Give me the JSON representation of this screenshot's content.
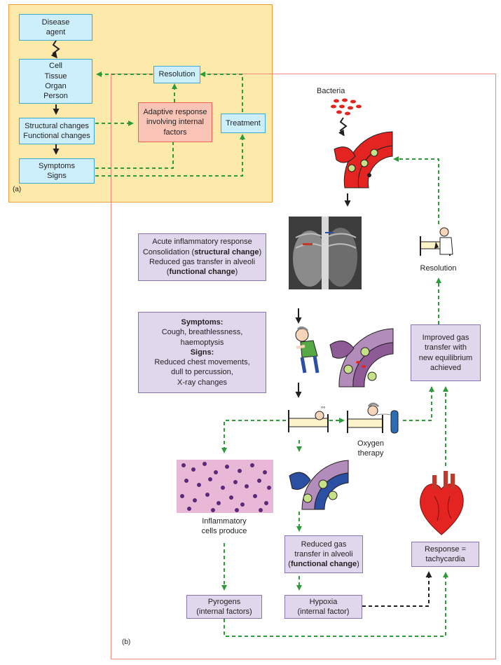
{
  "panel_a": {
    "label": "(a)",
    "disease_agent": [
      "Disease",
      "agent"
    ],
    "levels": [
      "Cell",
      "Tissue",
      "Organ",
      "Person"
    ],
    "changes": [
      "Structural changes",
      "Functional changes"
    ],
    "symptoms": [
      "Symptoms",
      "Signs"
    ],
    "adaptive": [
      "Adaptive response",
      "involving internal",
      "factors"
    ],
    "resolution": "Resolution",
    "treatment": "Treatment"
  },
  "panel_b": {
    "label": "(b)",
    "bacteria": "Bacteria",
    "acute": {
      "line1": "Acute inflammatory response",
      "line2_pre": "Consolidation (",
      "line2_bold": "structural change",
      "line2_post": ")",
      "line3": "Reduced gas transfer in alveoli",
      "line4_pre": "(",
      "line4_bold": "functional  change",
      "line4_post": ")"
    },
    "symptoms_box": {
      "symptoms_heading": "Symptoms:",
      "symptoms_lines": [
        "Cough, breathlessness,",
        "haemoptysis"
      ],
      "signs_heading": "Signs:",
      "signs_lines": [
        "Reduced chest movements,",
        "dull to percussion,",
        "X-ray changes"
      ]
    },
    "resolution": "Resolution",
    "improved": [
      "Improved gas",
      "transfer with",
      "new equilibrium",
      "achieved"
    ],
    "oxygen": [
      "Oxygen",
      "therapy"
    ],
    "inflammatory": [
      "Inflammatory",
      "cells produce"
    ],
    "reduced_gas": {
      "line1": "Reduced gas",
      "line2": "transfer in alveoli",
      "line3_pre": "(",
      "line3_bold": "functional change",
      "line3_post": ")"
    },
    "response": [
      "Response =",
      "tachycardia"
    ],
    "pyrogens": [
      "Pyrogens",
      "(internal factors)"
    ],
    "hypoxia": [
      "Hypoxia",
      "(internal factor)"
    ]
  },
  "colors": {
    "arrow_green": "#2f9a3c",
    "arrow_black": "#231f20",
    "alveolus_red": "#e42421",
    "alveolus_purple": "#8e5b96",
    "alveolus_blue": "#2b4fa3"
  },
  "icons": [
    "bacteria-icon",
    "red-alveolus-icon",
    "xray-image",
    "coughing-person-icon",
    "purple-alveolus-icon",
    "patient-in-bed-icon",
    "oxygen-therapy-icon",
    "doctor-with-patient-icon",
    "histology-image",
    "blue-alveolus-icon",
    "heart-icon"
  ]
}
